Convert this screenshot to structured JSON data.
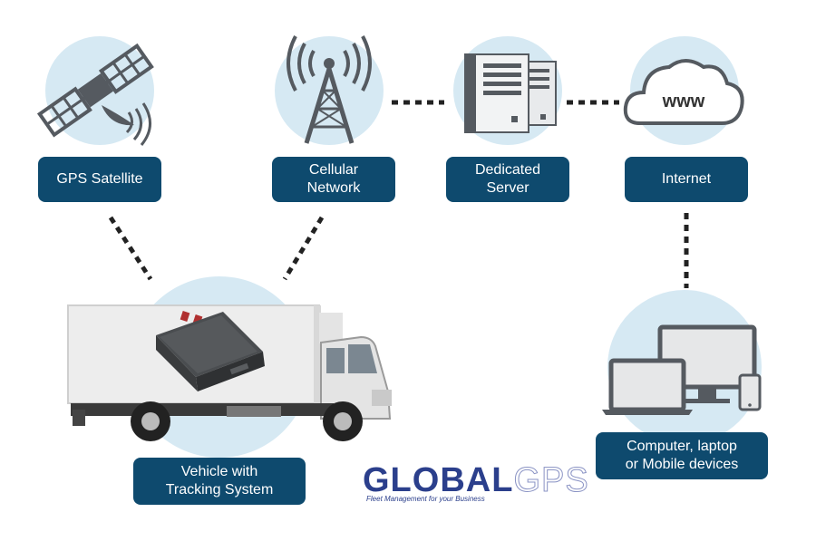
{
  "nodes": {
    "gps_satellite": {
      "label": "GPS Satellite"
    },
    "cellular_network": {
      "line1": "Cellular",
      "line2": "Network"
    },
    "dedicated_server": {
      "line1": "Dedicated",
      "line2": "Server"
    },
    "internet": {
      "label": "Internet",
      "cloud_text": "www"
    },
    "devices": {
      "line1": "Computer, laptop",
      "line2": "or Mobile devices"
    },
    "vehicle": {
      "line1": "Vehicle with",
      "line2": "Tracking System"
    }
  },
  "logo": {
    "brand_main": "GL",
    "brand_o": "O",
    "brand_rest": "BAL",
    "brand_suffix": "GPS",
    "tagline": "Fleet Management for your Business"
  },
  "colors": {
    "label_bg": "#0e4a6e",
    "circle_bg": "#d6e9f3",
    "icon_gray": "#555a60",
    "connector": "#222222"
  }
}
